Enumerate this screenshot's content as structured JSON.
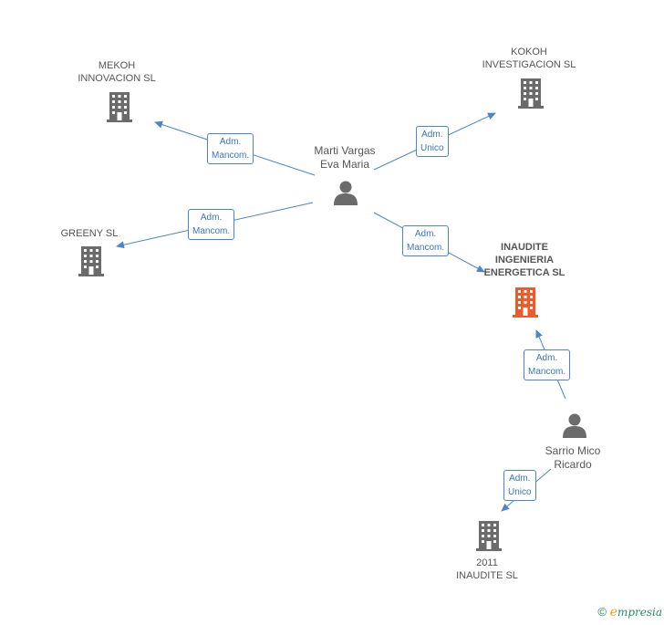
{
  "nodes": {
    "mekoh": {
      "lines": [
        "MEKOH",
        "INNOVACION SL"
      ]
    },
    "kokoh": {
      "lines": [
        "KOKOH",
        "INVESTIGACION SL"
      ]
    },
    "greeny": {
      "lines": [
        "GREENY SL"
      ]
    },
    "inaudite": {
      "lines": [
        "INAUDITE",
        "INGENIERIA",
        "ENERGETICA SL"
      ]
    },
    "inaudite2011": {
      "lines": [
        "2011",
        "INAUDITE SL"
      ]
    },
    "marti": {
      "lines": [
        "Marti Vargas",
        "Eva Maria"
      ]
    },
    "sarrio": {
      "lines": [
        "Sarrio Mico",
        "Ricardo"
      ]
    }
  },
  "edges": {
    "marti_mekoh": {
      "lines": [
        "Adm.",
        "Mancom."
      ]
    },
    "marti_kokoh": {
      "lines": [
        "Adm.",
        "Unico"
      ]
    },
    "marti_greeny": {
      "lines": [
        "Adm.",
        "Mancom."
      ]
    },
    "marti_inaudite": {
      "lines": [
        "Adm.",
        "Mancom."
      ]
    },
    "sarrio_inaudite": {
      "lines": [
        "Adm.",
        "Mancom."
      ]
    },
    "sarrio_2011": {
      "lines": [
        "Adm.",
        "Unico"
      ]
    }
  },
  "colors": {
    "company": "#6b6b6b",
    "company_main": "#f05a28",
    "person": "#6b6b6b",
    "edge": "#4a86c8"
  },
  "footer": {
    "copyright": "©",
    "brand_initial": "e",
    "brand_rest": "mpresia"
  }
}
